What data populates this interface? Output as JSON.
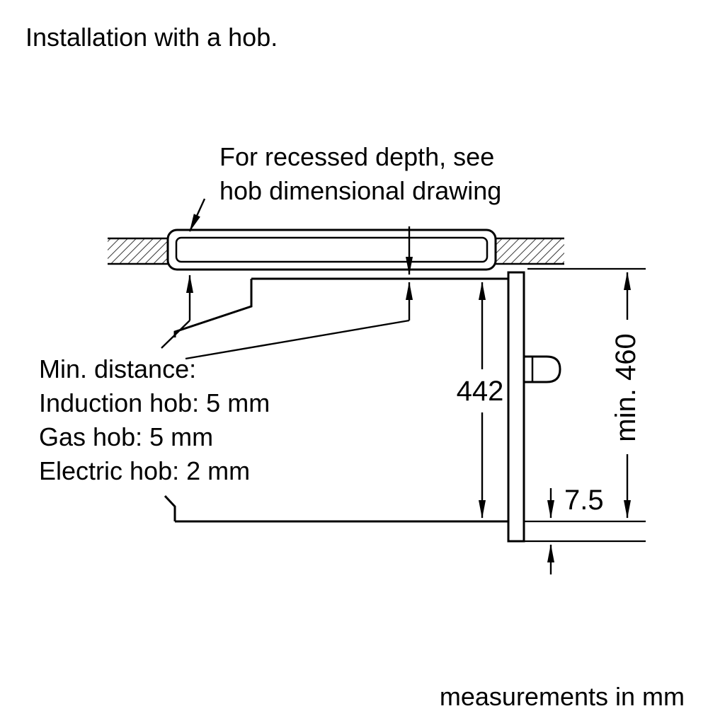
{
  "title": "Installation with a hob.",
  "annotation": {
    "line1": "For recessed depth, see",
    "line2": "hob dimensional drawing"
  },
  "min_distance": {
    "heading": "Min. distance:",
    "items": [
      "Induction hob: 5 mm",
      "Gas hob: 5 mm",
      "Electric hob: 2 mm"
    ]
  },
  "dimensions": {
    "appliance_height": "442",
    "niche_height": "min. 460",
    "bottom_gap": "7.5"
  },
  "footer": "measurements in mm",
  "colors": {
    "line": "#000000",
    "background": "#ffffff"
  }
}
